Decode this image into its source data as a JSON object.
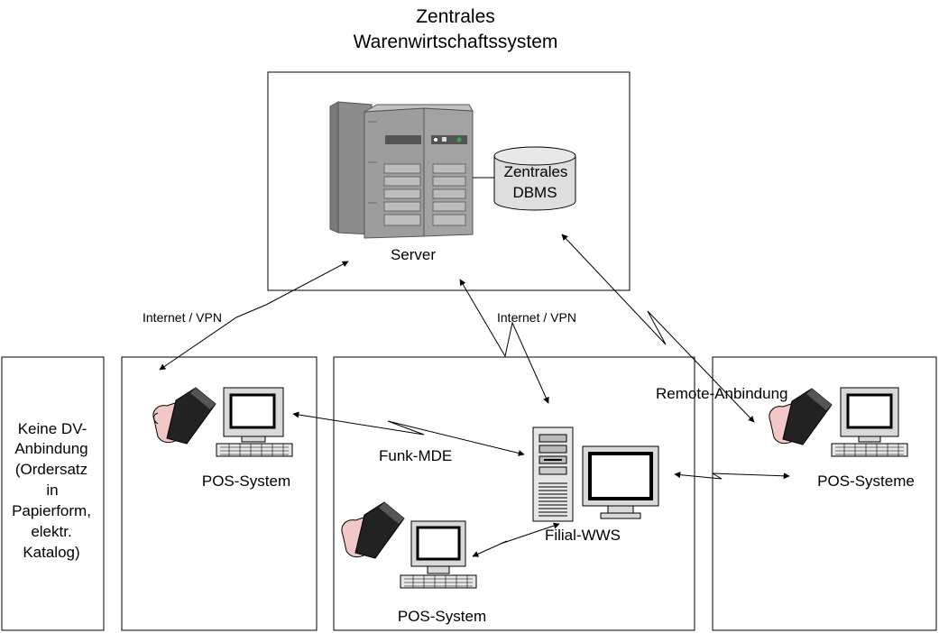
{
  "title": {
    "line1": "Zentrales",
    "line2": "Warenwirtschaftssystem"
  },
  "central": {
    "server_label": "Server",
    "dbms_line1": "Zentrales",
    "dbms_line2": "DBMS"
  },
  "connections": {
    "internet_vpn_left": "Internet / VPN",
    "internet_vpn_center": "Internet / VPN",
    "remote": "Remote-Anbindung",
    "funk_mde": "Funk-MDE"
  },
  "boxes": {
    "no_dv": [
      "Keine DV-",
      "Anbindung",
      "(Ordersatz",
      "in",
      "Papierform,",
      "elektr.",
      "Katalog)"
    ],
    "pos_left_label": "POS-System",
    "filial_wws_label": "Filial-WWS",
    "pos_center_label": "POS-System",
    "pos_right_label": "POS-Systeme"
  },
  "colors": {
    "server_gray": "#9a9a9a",
    "hand_pink": "#f2c8c8",
    "line": "#000000"
  }
}
